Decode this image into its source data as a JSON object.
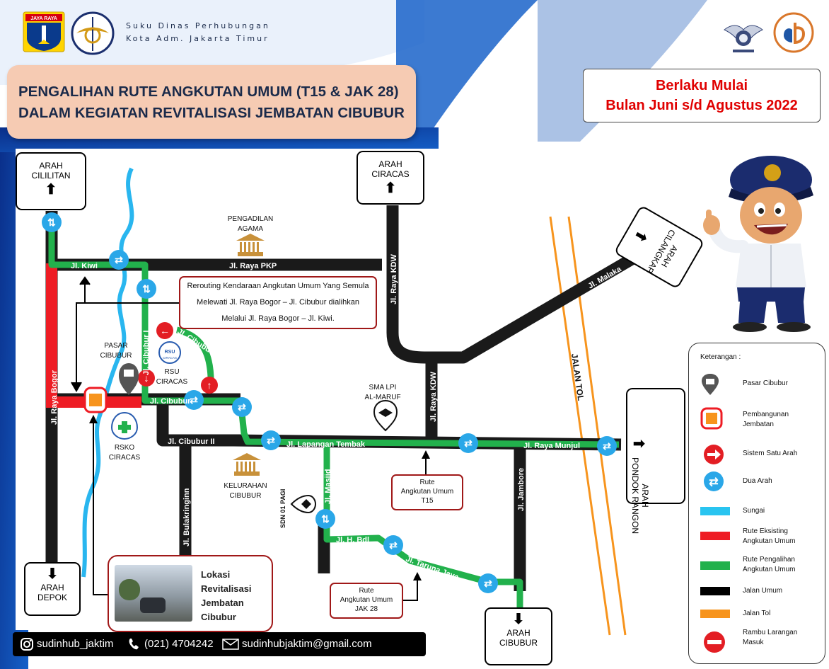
{
  "header": {
    "agency_line1": "Suku Dinas Perhubungan",
    "agency_line2": "Kota Adm. Jakarta Timur",
    "logo_text": "JAYA RAYA"
  },
  "title": {
    "line1": "PENGALIHAN RUTE ANGKUTAN UMUM (T15 & JAK 28)",
    "line2": "DALAM KEGIATAN REVITALISASI JEMBATAN CIBUBUR"
  },
  "validity": {
    "line1": "Berlaku Mulai",
    "line2": "Bulan Juni s/d Agustus 2022"
  },
  "directions": {
    "cililitan": [
      "ARAH",
      "CILILITAN"
    ],
    "ciracas": [
      "ARAH",
      "CIRACAS"
    ],
    "depok": [
      "ARAH",
      "DEPOK"
    ],
    "cibubur": [
      "ARAH",
      "CIBUBUR"
    ],
    "cilangkap": [
      "ARAH",
      "CILANGKAP"
    ],
    "pondok_rangon": [
      "ARAH",
      "PONDOK RANGON"
    ]
  },
  "roads": {
    "kiwi": "Jl. Kiwi",
    "raya_pkp": "Jl. Raya PKP",
    "raya_kdw_1": "Jl. Raya KDW",
    "raya_kdw_2": "Jl. Raya KDW",
    "malaka": "Jl. Malaka",
    "cibubur_1": "Jl. Cibubur I",
    "cibubur_3": "Jl. Cibubur III",
    "cibubur": "Jl. Cibubur",
    "cibubur_2": "Jl. Cibubur II",
    "raya_bogor": "Jl. Raya Bogor",
    "lapangan_tembak": "Jl. Lapangan Tembak",
    "raya_munjul": "Jl. Raya Munjul",
    "jalan_tol": "JALAN TOL",
    "masjid": "Jl. Masjid",
    "h_bdl": "Jl. H. Bdl",
    "taruna_jaya": "Jl. Taruna Jaya",
    "jambore": "Jl. Jambore",
    "bulakringin": "Jl. Bulakringinn"
  },
  "places": {
    "pengadilan": [
      "PENGADILAN",
      "AGAMA"
    ],
    "pasar": [
      "PASAR",
      "CIBUBUR"
    ],
    "rsu": [
      "RSU",
      "CIRACAS"
    ],
    "rsu_logo": "RSU",
    "rsu_logo_sub": "CIRACAS",
    "rsko": [
      "RSKO",
      "CIRACAS"
    ],
    "kelurahan": [
      "KELURAHAN",
      "CIBUBUR"
    ],
    "sma": [
      "SMA LPI",
      "AL-MARUF"
    ],
    "sdn": "SDN 01 PAGI"
  },
  "rerouting_note": [
    "Rerouting Kendaraan Angkutan Umum Yang Semula",
    "Melewati Jl. Raya Bogor – Jl. Cibubur  dialihkan",
    "Melalui Jl. Raya Bogor – Jl. Kiwi."
  ],
  "route_t15": [
    "Rute",
    "Angkutan Umum",
    "T15"
  ],
  "route_jak28": [
    "Rute",
    "Angkutan Umum",
    "JAK 28"
  ],
  "location_box": [
    "Lokasi",
    "Revitalisasi",
    "Jembatan",
    "Cibubur"
  ],
  "legend": {
    "title": "Keterangan :",
    "items": [
      {
        "icon": "market-pin-icon",
        "label": "Pasar Cibubur"
      },
      {
        "icon": "bridge-construction-icon",
        "label": "Pembangunan Jembatan"
      },
      {
        "icon": "one-way-icon",
        "label": "Sistem Satu Arah"
      },
      {
        "icon": "two-way-icon",
        "label": "Dua Arah"
      },
      {
        "icon": "river-swatch",
        "label": "Sungai"
      },
      {
        "icon": "existing-route-swatch",
        "label": "Rute Eksisting Angkutan Umum"
      },
      {
        "icon": "diversion-route-swatch",
        "label": "Rute Pengalihan Angkutan Umum"
      },
      {
        "icon": "public-road-swatch",
        "label": "Jalan Umum"
      },
      {
        "icon": "toll-road-swatch",
        "label": "Jalan Tol"
      },
      {
        "icon": "no-entry-icon",
        "label": "Rambu Larangan Masuk"
      }
    ]
  },
  "footer": {
    "instagram": "sudinhub_jaktim",
    "phone": "(021) 4704242",
    "email": "sudinhubjaktim@gmail.com"
  },
  "colors": {
    "river": "#29b6ef",
    "existing_route": "#ee1c24",
    "diversion_route": "#22b14c",
    "public_road": "#1a1a1a",
    "toll_road": "#f7941d",
    "two_way": "#2aa7e8",
    "one_way": "#e31e24",
    "title_bg": "#f6cbb3",
    "validity_text": "#e00000"
  }
}
